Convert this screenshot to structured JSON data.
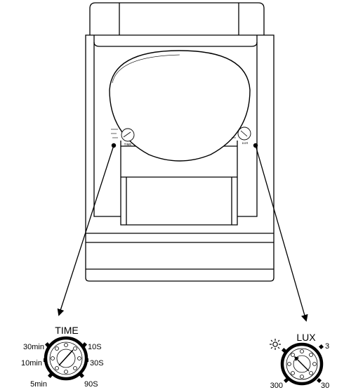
{
  "diagram": {
    "time_dial": {
      "title": "TIME",
      "labels": {
        "top_left": "30min",
        "mid_left": "10min",
        "bottom_left": "5min",
        "top_right": "10S",
        "mid_right": "30S",
        "bottom_right": "90S"
      }
    },
    "lux_dial": {
      "title": "LUX",
      "icon": "sun-icon",
      "labels": {
        "right": "3",
        "bottom_left": "300",
        "bottom_right": "30"
      }
    },
    "device": {
      "small_time_label": "TIME",
      "small_lux_label": "LUX"
    },
    "colors": {
      "line": "#000000",
      "background": "#ffffff"
    }
  }
}
